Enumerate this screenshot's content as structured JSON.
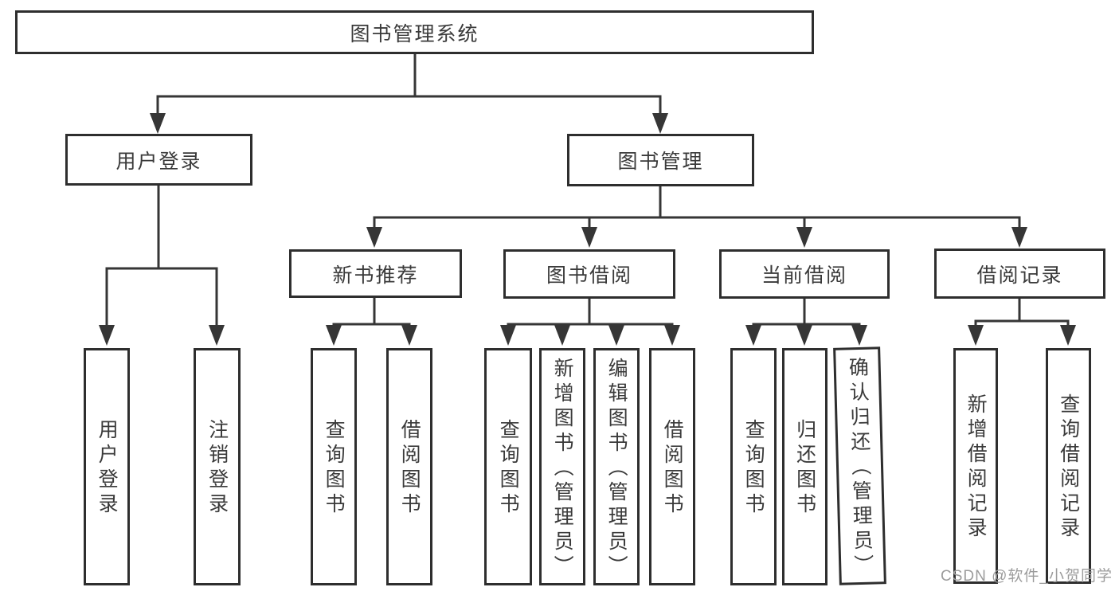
{
  "nodes": {
    "root": "图书管理系统",
    "user_login": "用户登录",
    "book_mgmt": "图书管理",
    "new_book_rec": "新书推荐",
    "book_borrow": "图书借阅",
    "current_borrow": "当前借阅",
    "borrow_records": "借阅记录",
    "ul_login": "用户登录",
    "ul_logout": "注销登录",
    "nbr_query_books": "查询图书",
    "nbr_borrow_books": "借阅图书",
    "bb_query_books": "查询图书",
    "bb_add_books": "新增图书（管理员）",
    "bb_edit_books": "编辑图书（管理员）",
    "bb_borrow_books": "借阅图书",
    "cb_query_books": "查询图书",
    "cb_return_books": "归还图书",
    "cb_confirm_return": "确认归还（管理员）",
    "br_add_record": "新增借阅记录",
    "br_query_record": "查询借阅记录"
  },
  "watermark": "CSDN @软件_小贺同学",
  "colors": {
    "line": "#363636",
    "border": "#2e2e2e",
    "text": "#3a3a3a",
    "watermark": "#9c9c9c",
    "background": "#ffffff"
  }
}
